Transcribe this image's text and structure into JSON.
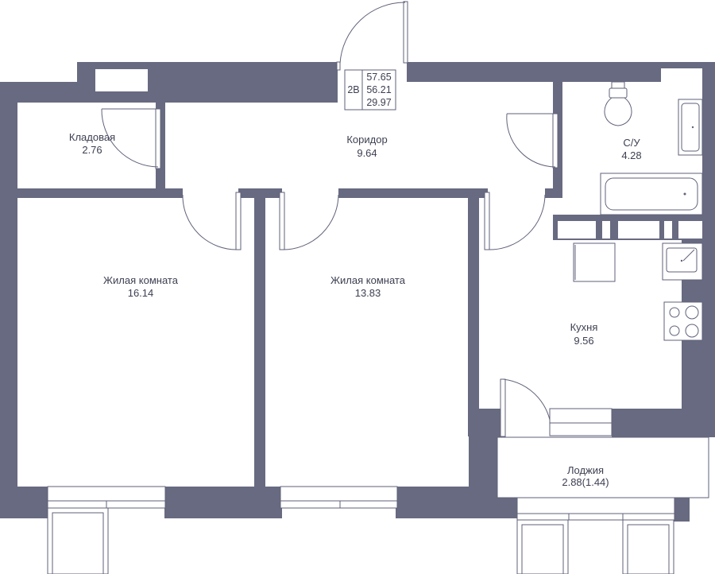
{
  "apartment": {
    "type": "2В",
    "area_total": "57.65",
    "area_living_total": "56.21",
    "area_living": "29.97"
  },
  "rooms": [
    {
      "id": "storage",
      "name": "Кладовая",
      "area": "2.76"
    },
    {
      "id": "corridor",
      "name": "Коридор",
      "area": "9.64"
    },
    {
      "id": "bathroom",
      "name": "С/У",
      "area": "4.28"
    },
    {
      "id": "living1",
      "name": "Жилая комната",
      "area": "16.14"
    },
    {
      "id": "living2",
      "name": "Жилая комната",
      "area": "13.83"
    },
    {
      "id": "kitchen",
      "name": "Кухня",
      "area": "9.56"
    },
    {
      "id": "loggia",
      "name": "Лоджия",
      "area": "2.88(1.44)"
    }
  ],
  "colors": {
    "wall": "#676a80",
    "line": "#5f6279",
    "text": "#3d4052",
    "floor": "#ffffff"
  },
  "icons": [
    "door-swing-icon",
    "toilet-icon",
    "sink-icon",
    "bathtub-icon",
    "stove-icon",
    "window-icon"
  ]
}
